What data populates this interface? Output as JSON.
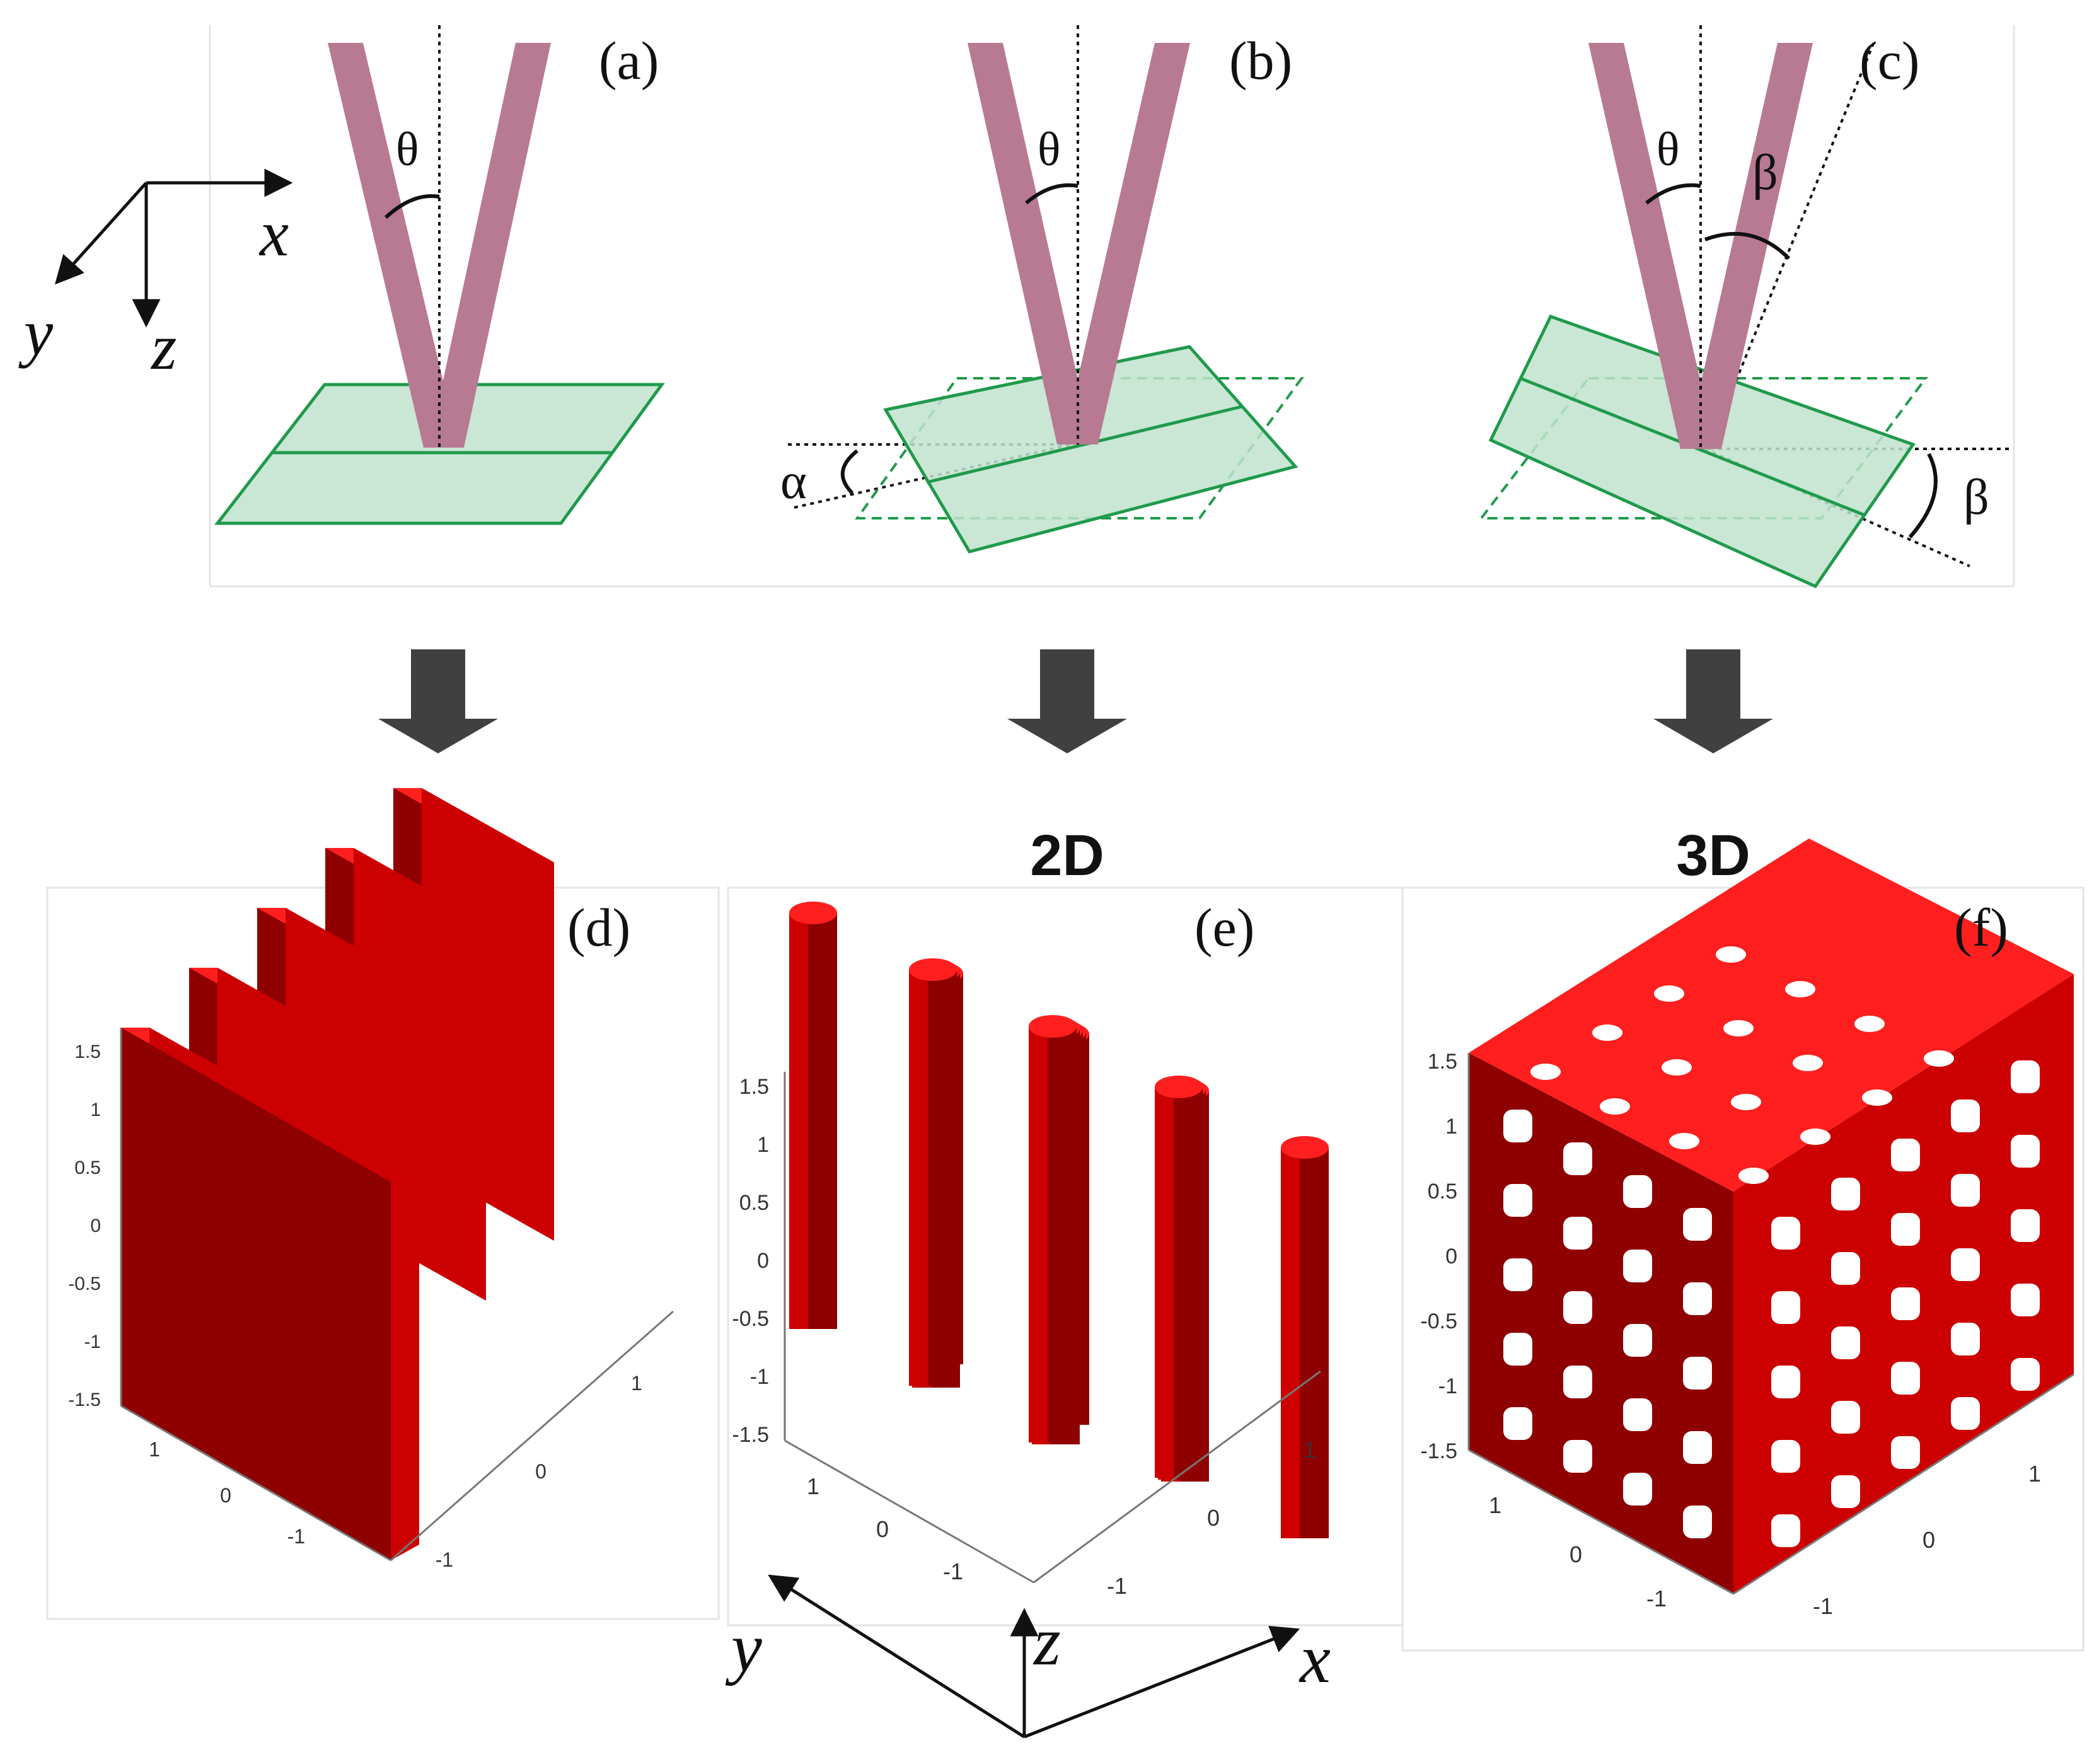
{
  "colors": {
    "beam": "#b87a93",
    "plane_fill": "#bfe3cc",
    "plane_stroke": "#1f9a4b",
    "structure": "#cc0000",
    "structure_dark": "#8f0000",
    "structure_light": "#ff1f1f",
    "arrow": "#404040"
  },
  "panels": {
    "a": {
      "label": "(a)",
      "theta": "θ"
    },
    "b": {
      "label": "(b)",
      "theta": "θ",
      "alpha": "α"
    },
    "c": {
      "label": "(c)",
      "theta": "θ",
      "beta_top": "β",
      "beta_side": "β"
    },
    "d": {
      "label": "(d)",
      "title": "1D"
    },
    "e": {
      "label": "(e)",
      "title": "2D"
    },
    "f": {
      "label": "(f)",
      "title": "3D"
    }
  },
  "axes_top": {
    "x": "x",
    "y": "y",
    "z": "z"
  },
  "axes_bottom": {
    "x": "x",
    "y": "y",
    "z": "z"
  },
  "ticks": {
    "d_vertical": [
      "1.5",
      "1",
      "0.5",
      "0",
      "-0.5",
      "-1",
      "-1.5"
    ],
    "d_left": [
      "1",
      "0",
      "-1"
    ],
    "d_right": [
      "-1",
      "0",
      "1"
    ],
    "e_vertical": [
      "1.5",
      "1",
      "0.5",
      "0",
      "-0.5",
      "-1",
      "-1.5"
    ],
    "e_left": [
      "1",
      "0",
      "-1"
    ],
    "e_right": [
      "-1",
      "0",
      "1"
    ],
    "f_vertical": [
      "1.5",
      "1",
      "0.5",
      "0",
      "-0.5",
      "-1",
      "-1.5"
    ],
    "f_left": [
      "1",
      "0",
      "-1"
    ],
    "f_right": [
      "-1",
      "0",
      "1"
    ]
  }
}
